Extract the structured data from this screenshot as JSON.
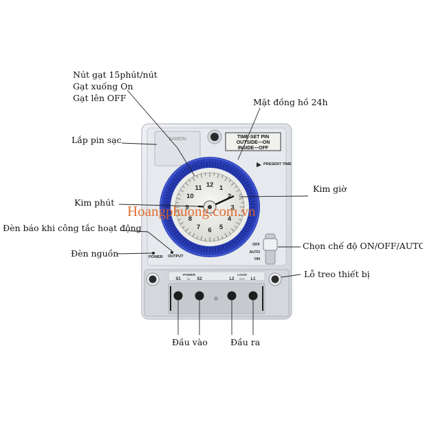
{
  "labels": {
    "toggle_pins_1": "Nút gạt 15phút/nút",
    "toggle_pins_2": "Gạt xuống On",
    "toggle_pins_3": "Gạt lên OFF",
    "dial_24h": "Mặt đồng hồ 24h",
    "battery": "Lắp pin sạc",
    "minute_hand": "Kim phút",
    "hour_hand": "Kim giờ",
    "output_led": "Đèn báo khi công tắc hoạt động",
    "power_led": "Đèn nguồn",
    "mode_switch": "Chọn chế độ ON/OFF/AUTO",
    "mount_hole": "Lỗ treo thiết bị",
    "input_terminals": "Đầu vào",
    "output_terminals": "Đầu ra"
  },
  "device": {
    "brand": "SAMDN",
    "pin_legend_title": "TIME-SET PIN",
    "pin_legend_outside": "OUTSIDE—ON",
    "pin_legend_inside": "INSIDE—OFF",
    "present_time": "PRESENT TIME",
    "power_led_label": "POWER",
    "output_led_label": "OUTPUT",
    "switch_off": "OFF",
    "switch_auto": "AUTO",
    "switch_on": "ON",
    "terminal_power": "POWER",
    "terminal_load": "LOAD",
    "terminal_out": "OUT",
    "terminal_s1": "S1",
    "terminal_s2": "S2",
    "terminal_l2": "L2",
    "terminal_l1": "L1",
    "terminal_in": "IN",
    "dial_numbers": [
      "12",
      "1",
      "2",
      "3",
      "4",
      "5",
      "6",
      "7",
      "8",
      "9",
      "10",
      "11"
    ]
  },
  "watermark": "Hoangphuong.com.vn",
  "colors": {
    "ring": "#2a3fb8",
    "body": "#d9dde3",
    "watermark": "#e0621e"
  }
}
